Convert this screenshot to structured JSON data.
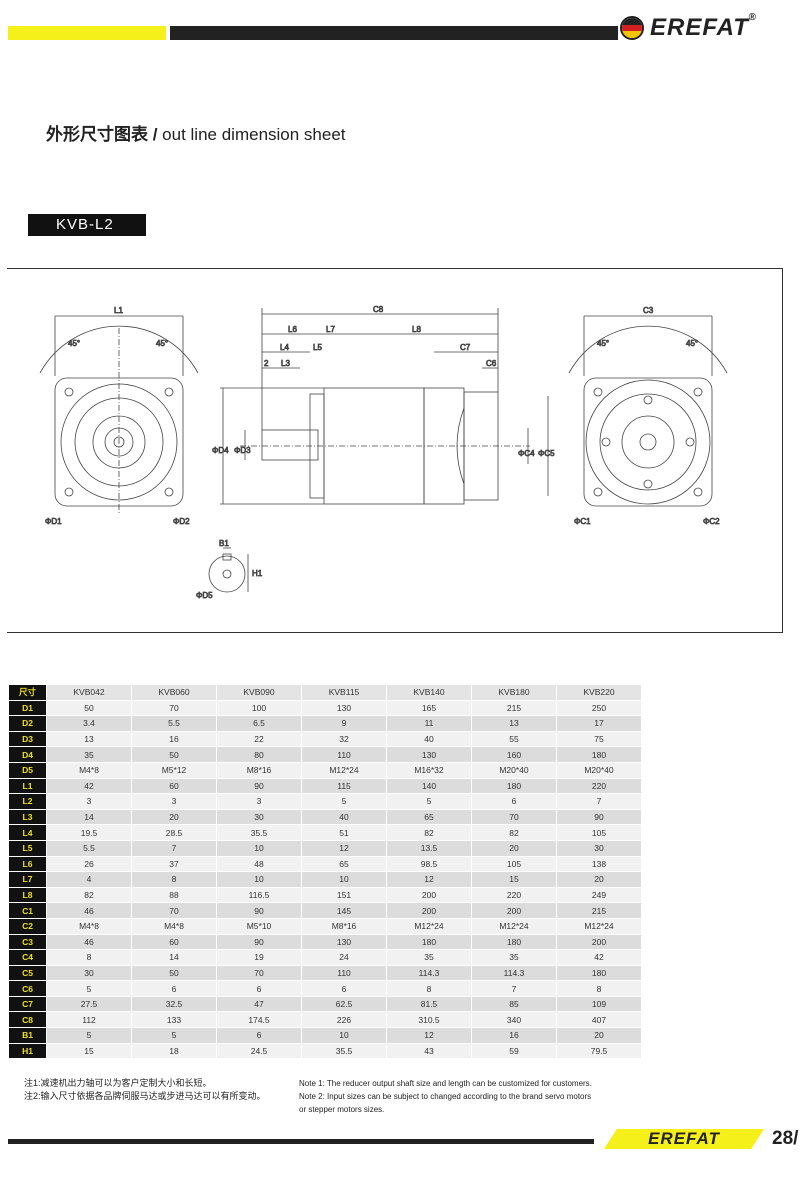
{
  "header": {
    "brand": "EREFAT",
    "reg": "®",
    "flag_colors": [
      "#222222",
      "#d22020",
      "#f5c400"
    ]
  },
  "title": {
    "cn": "外形尺寸图表 /",
    "en": " out line dimension sheet"
  },
  "model": "KVB-L2",
  "drawing": {
    "labels": {
      "L1": "L1",
      "a1": "45°",
      "a2": "45°",
      "C8": "C8",
      "L6": "L6",
      "L7": "L7",
      "L8": "L8",
      "L4": "L4",
      "L5": "L5",
      "C7": "C7",
      "C6": "C6",
      "L2": "2",
      "L3": "L3",
      "D4": "ΦD4",
      "D3": "ΦD3",
      "D1": "ΦD1",
      "D2": "ΦD2",
      "C4": "ΦC4",
      "C5": "ΦC5",
      "C3": "C3",
      "a3": "45°",
      "a4": "45°",
      "C1": "ΦC1",
      "C2": "ΦC2",
      "B1": "B1",
      "H1": "H1",
      "D5": "ΦD5"
    }
  },
  "table": {
    "corner": "尺寸",
    "models": [
      "KVB042",
      "KVB060",
      "KVB090",
      "KVB115",
      "KVB140",
      "KVB180",
      "KVB220"
    ],
    "rows": [
      {
        "k": "D1",
        "v": [
          "50",
          "70",
          "100",
          "130",
          "165",
          "215",
          "250"
        ]
      },
      {
        "k": "D2",
        "v": [
          "3.4",
          "5.5",
          "6.5",
          "9",
          "11",
          "13",
          "17"
        ]
      },
      {
        "k": "D3",
        "v": [
          "13",
          "16",
          "22",
          "32",
          "40",
          "55",
          "75"
        ]
      },
      {
        "k": "D4",
        "v": [
          "35",
          "50",
          "80",
          "110",
          "130",
          "160",
          "180"
        ]
      },
      {
        "k": "D5",
        "v": [
          "M4*8",
          "M5*12",
          "M8*16",
          "M12*24",
          "M16*32",
          "M20*40",
          "M20*40"
        ]
      },
      {
        "k": "L1",
        "v": [
          "42",
          "60",
          "90",
          "115",
          "140",
          "180",
          "220"
        ]
      },
      {
        "k": "L2",
        "v": [
          "3",
          "3",
          "3",
          "5",
          "5",
          "6",
          "7"
        ]
      },
      {
        "k": "L3",
        "v": [
          "14",
          "20",
          "30",
          "40",
          "65",
          "70",
          "90"
        ]
      },
      {
        "k": "L4",
        "v": [
          "19.5",
          "28.5",
          "35.5",
          "51",
          "82",
          "82",
          "105"
        ]
      },
      {
        "k": "L5",
        "v": [
          "5.5",
          "7",
          "10",
          "12",
          "13.5",
          "20",
          "30"
        ]
      },
      {
        "k": "L6",
        "v": [
          "26",
          "37",
          "48",
          "65",
          "98.5",
          "105",
          "138"
        ]
      },
      {
        "k": "L7",
        "v": [
          "4",
          "8",
          "10",
          "10",
          "12",
          "15",
          "20"
        ]
      },
      {
        "k": "L8",
        "v": [
          "82",
          "88",
          "116.5",
          "151",
          "200",
          "220",
          "249"
        ]
      },
      {
        "k": "C1",
        "v": [
          "46",
          "70",
          "90",
          "145",
          "200",
          "200",
          "215"
        ]
      },
      {
        "k": "C2",
        "v": [
          "M4*8",
          "M4*8",
          "M5*10",
          "M8*16",
          "M12*24",
          "M12*24",
          "M12*24"
        ]
      },
      {
        "k": "C3",
        "v": [
          "46",
          "60",
          "90",
          "130",
          "180",
          "180",
          "200"
        ]
      },
      {
        "k": "C4",
        "v": [
          "8",
          "14",
          "19",
          "24",
          "35",
          "35",
          "42"
        ]
      },
      {
        "k": "C5",
        "v": [
          "30",
          "50",
          "70",
          "110",
          "114.3",
          "114.3",
          "180"
        ]
      },
      {
        "k": "C6",
        "v": [
          "5",
          "6",
          "6",
          "6",
          "8",
          "7",
          "8"
        ]
      },
      {
        "k": "C7",
        "v": [
          "27.5",
          "32.5",
          "47",
          "62.5",
          "81.5",
          "85",
          "109"
        ]
      },
      {
        "k": "C8",
        "v": [
          "112",
          "133",
          "174.5",
          "226",
          "310.5",
          "340",
          "407"
        ]
      },
      {
        "k": "B1",
        "v": [
          "5",
          "5",
          "6",
          "10",
          "12",
          "16",
          "20"
        ]
      },
      {
        "k": "H1",
        "v": [
          "15",
          "18",
          "24.5",
          "35.5",
          "43",
          "59",
          "79.5"
        ]
      }
    ]
  },
  "notes": {
    "cn": [
      "注1:减速机出力轴可以为客户定制大小和长短。",
      "注2:输入尺寸依据各品牌伺服马达或步进马达可以有所变动。"
    ],
    "en": [
      "Note 1: The reducer output shaft size and length can be customized for customers.",
      "Note 2: Input sizes can be subject to changed according to the brand servo motors",
      "or stepper motors sizes."
    ]
  },
  "footer": {
    "brand": "EREFAT",
    "page": "28/"
  }
}
